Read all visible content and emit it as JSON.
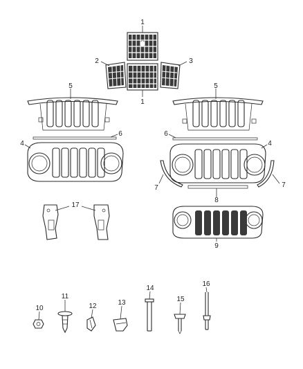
{
  "callouts": {
    "c1_top": "1",
    "c1_bottom": "1",
    "c2": "2",
    "c3": "3",
    "c4_left": "4",
    "c4_right": "4",
    "c5_left": "5",
    "c5_right": "5",
    "c6_left": "6",
    "c6_right": "6",
    "c7_left": "7",
    "c7_right": "7",
    "c8": "8",
    "c9": "9",
    "c10": "10",
    "c11": "11",
    "c12": "12",
    "c13": "13",
    "c14": "14",
    "c15": "15",
    "c16": "16",
    "c17": "17"
  },
  "colors": {
    "ink": "#2a2a2a",
    "mesh": "#3a3a3a",
    "background": "#ffffff"
  }
}
